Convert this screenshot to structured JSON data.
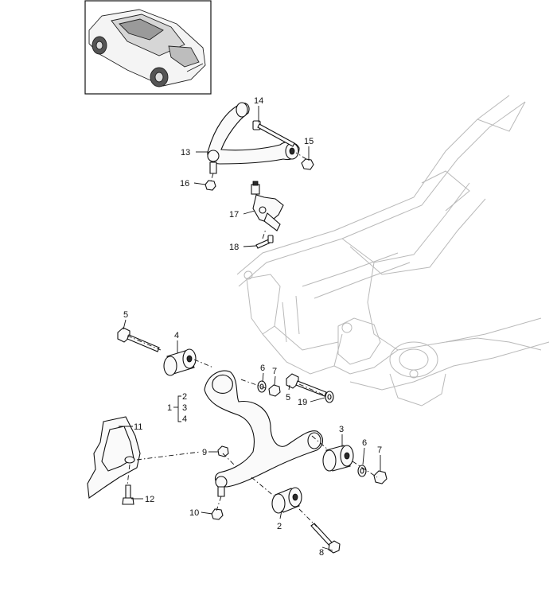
{
  "diagram": {
    "parts": [
      {
        "key": "p1",
        "number": "1"
      },
      {
        "key": "p2a",
        "number": "2"
      },
      {
        "key": "p3a",
        "number": "3"
      },
      {
        "key": "p4a",
        "number": "4"
      },
      {
        "key": "p2",
        "number": "2"
      },
      {
        "key": "p3",
        "number": "3"
      },
      {
        "key": "p4",
        "number": "4"
      },
      {
        "key": "p5a",
        "number": "5"
      },
      {
        "key": "p5b",
        "number": "5"
      },
      {
        "key": "p6a",
        "number": "6"
      },
      {
        "key": "p6b",
        "number": "6"
      },
      {
        "key": "p7a",
        "number": "7"
      },
      {
        "key": "p7b",
        "number": "7"
      },
      {
        "key": "p8",
        "number": "8"
      },
      {
        "key": "p9",
        "number": "9"
      },
      {
        "key": "p10",
        "number": "10"
      },
      {
        "key": "p11",
        "number": "11"
      },
      {
        "key": "p12",
        "number": "12"
      },
      {
        "key": "p13",
        "number": "13"
      },
      {
        "key": "p14",
        "number": "14"
      },
      {
        "key": "p15",
        "number": "15"
      },
      {
        "key": "p16",
        "number": "16"
      },
      {
        "key": "p17",
        "number": "17"
      },
      {
        "key": "p18",
        "number": "18"
      },
      {
        "key": "p19",
        "number": "19"
      }
    ]
  }
}
